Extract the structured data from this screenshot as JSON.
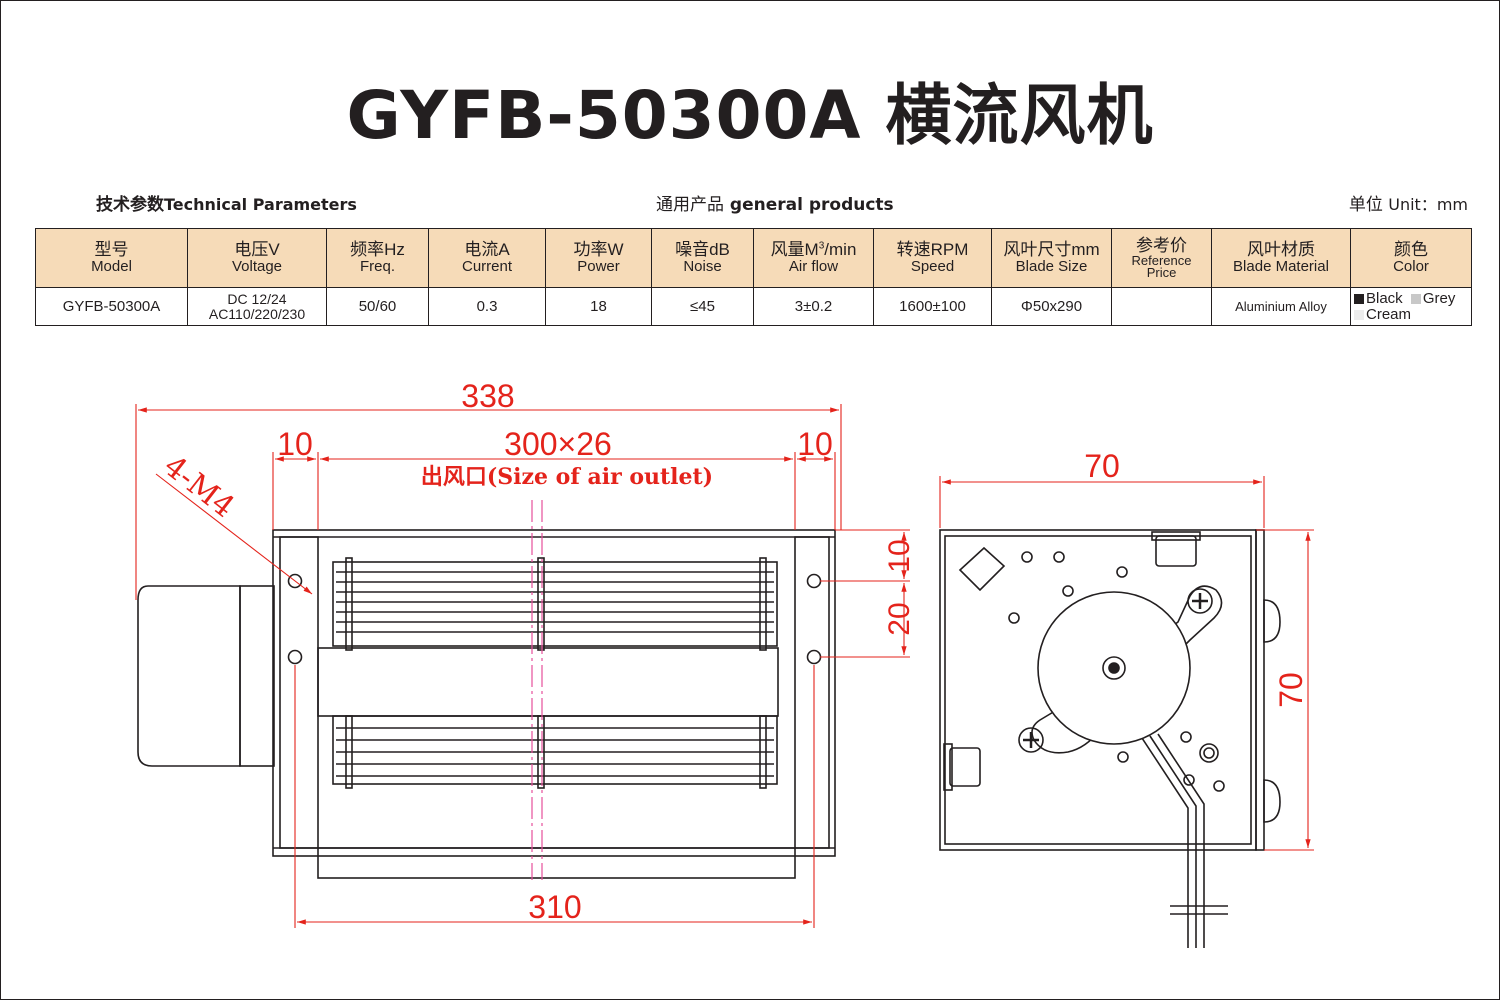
{
  "title": "GYFB-50300A 横流风机",
  "subheading": {
    "tech_cn": "技术参数",
    "tech_en": "Technical Parameters",
    "general_cn": "通用产品",
    "general_en": "general products",
    "unit_cn": "单位",
    "unit_en": "Unit：mm"
  },
  "table": {
    "headers": [
      {
        "cn": "型号",
        "en": "Model"
      },
      {
        "cn": "电压V",
        "en": "Voltage"
      },
      {
        "cn": "频率Hz",
        "en": "Freq."
      },
      {
        "cn": "电流A",
        "en": "Current"
      },
      {
        "cn": "功率W",
        "en": "Power"
      },
      {
        "cn": "噪音dB",
        "en": "Noise"
      },
      {
        "cn": "风量M",
        "sup": "3",
        "cn2": "/min",
        "en": "Air flow"
      },
      {
        "cn": "转速RPM",
        "en": "Speed"
      },
      {
        "cn": "风叶尺寸mm",
        "en": "Blade Size"
      },
      {
        "cn": "参考价",
        "en": "Reference",
        "en2": "Price"
      },
      {
        "cn": "风叶材质",
        "en": "Blade Material"
      },
      {
        "cn": "颜色",
        "en": "Color"
      }
    ],
    "row": {
      "model": "GYFB-50300A",
      "voltage_line1": "DC 12/24",
      "voltage_line2": "AC110/220/230",
      "freq": "50/60",
      "current": "0.3",
      "power": "18",
      "noise": "≤45",
      "airflow": "3±0.2",
      "speed": "1600±100",
      "blade_size": "Φ50x290",
      "price": "",
      "material": "Aluminium Alloy",
      "colors": [
        {
          "name": "Black",
          "swatch": "#231f20"
        },
        {
          "name": "Grey",
          "swatch": "#c8c8c8"
        },
        {
          "name": "Cream",
          "swatch": "#ececec"
        }
      ]
    }
  },
  "drawing": {
    "dim_overall": "338",
    "dim_left": "10",
    "dim_outlet": "300×26",
    "dim_right": "10",
    "outlet_label": "出风口(Size of  air outlet)",
    "screw_label": "4-M4",
    "dim_hole_spacing": "310",
    "dim_side_10": "10",
    "dim_side_20": "20",
    "dim_side_width": "70",
    "dim_side_height": "70"
  },
  "colors": {
    "dimension": "#e4231b",
    "centerline": "#e64f9b",
    "line": "#231f20",
    "header_bg": "#f6dbb8"
  }
}
